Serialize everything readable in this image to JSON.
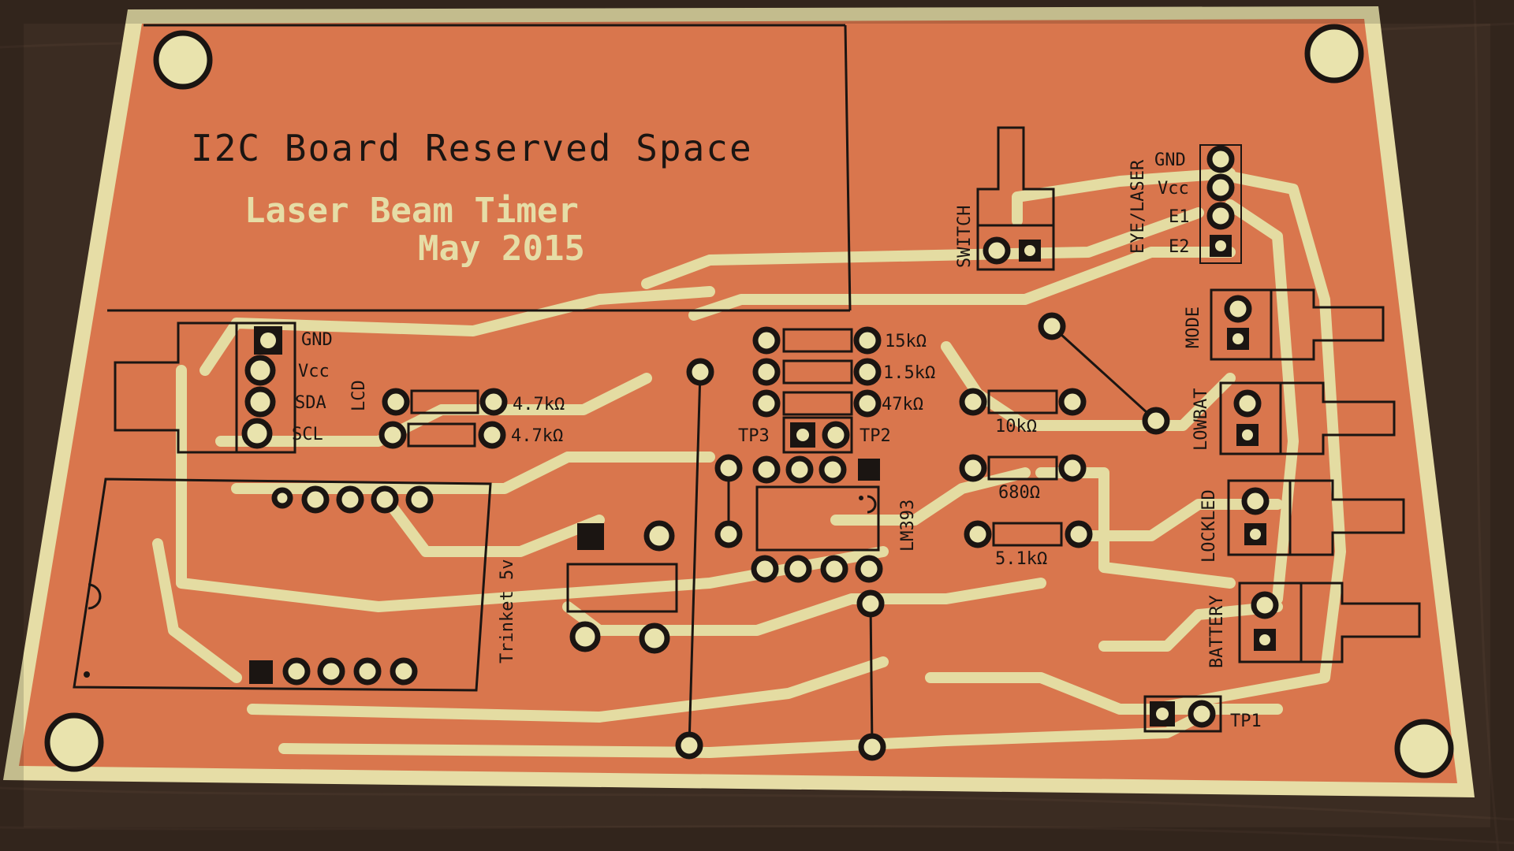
{
  "board": {
    "title": "I2C Board Reserved Space",
    "ghost_text": [
      "Laser Beam Timer",
      "May 2015"
    ],
    "colors": {
      "copper": "#d9764d",
      "substrate": "#e6dda6",
      "silkscreen": "#1b1512",
      "wood": "#3b2c22"
    }
  },
  "lcd": {
    "label": "LCD",
    "pins": [
      "GND",
      "Vcc",
      "SDA",
      "SCL"
    ],
    "resistors": [
      "4.7kΩ",
      "4.7kΩ"
    ]
  },
  "trinket": {
    "label": "Trinket 5v"
  },
  "resistors_center": [
    "15kΩ",
    "1.5kΩ",
    "47kΩ"
  ],
  "test_points": {
    "tp1": "TP1",
    "tp2": "TP2",
    "tp3": "TP3"
  },
  "ic": {
    "label": "LM393"
  },
  "resistors_right": [
    "10kΩ",
    "680Ω",
    "5.1kΩ"
  ],
  "switch": {
    "label": "SWITCH"
  },
  "eye_laser": {
    "label": "EYE/LASER",
    "pins": [
      "GND",
      "Vcc",
      "E1",
      "E2"
    ]
  },
  "connectors": [
    "MODE",
    "LOWBAT",
    "LOCKLED",
    "BATTERY"
  ]
}
